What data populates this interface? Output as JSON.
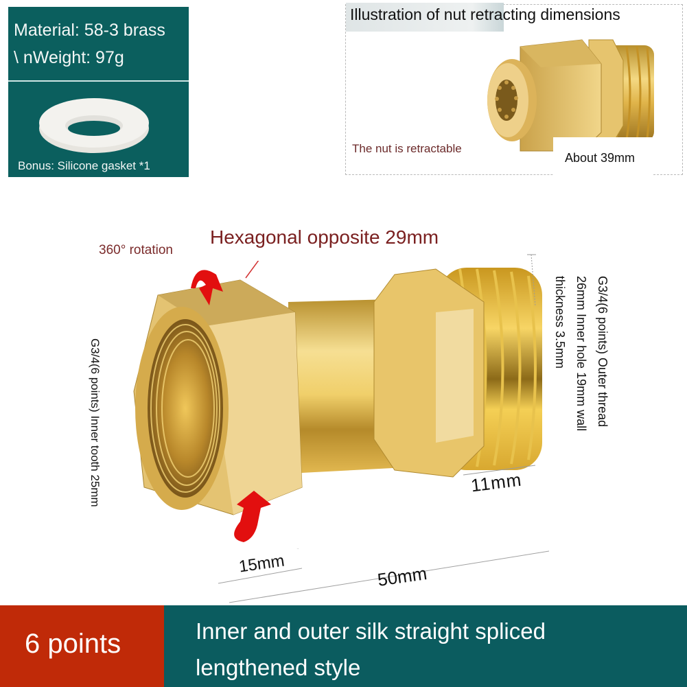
{
  "spec_panel": {
    "material_line": "Material: 58-3 brass",
    "weight_line": "\\ nWeight: 97g",
    "bonus_label": "Bonus: Silicone gasket *1",
    "bg_color": "#0b5f5e"
  },
  "illustration": {
    "title": "Illustration of nut retracting dimensions",
    "retract_note": "The nut is retractable",
    "length_note": "About 39mm"
  },
  "main_diagram": {
    "hex_label": "Hexagonal opposite 29mm",
    "rotation_label": "360° rotation",
    "inner_thread_label": "G3/4(6 points) Inner tooth 25mm",
    "outer_thread_label": "G3/4(6 points) Outer thread 26mm Inner hole 19mm wall thickness 3.5mm",
    "dim_thread_length": "11mm",
    "dim_nut_length": "15mm",
    "dim_total_length": "50mm"
  },
  "banner": {
    "size_label": "6 points",
    "description": "Inner and outer silk straight spliced lengthened style",
    "left_color": "#c02a08",
    "right_color": "#0b5c5f"
  }
}
